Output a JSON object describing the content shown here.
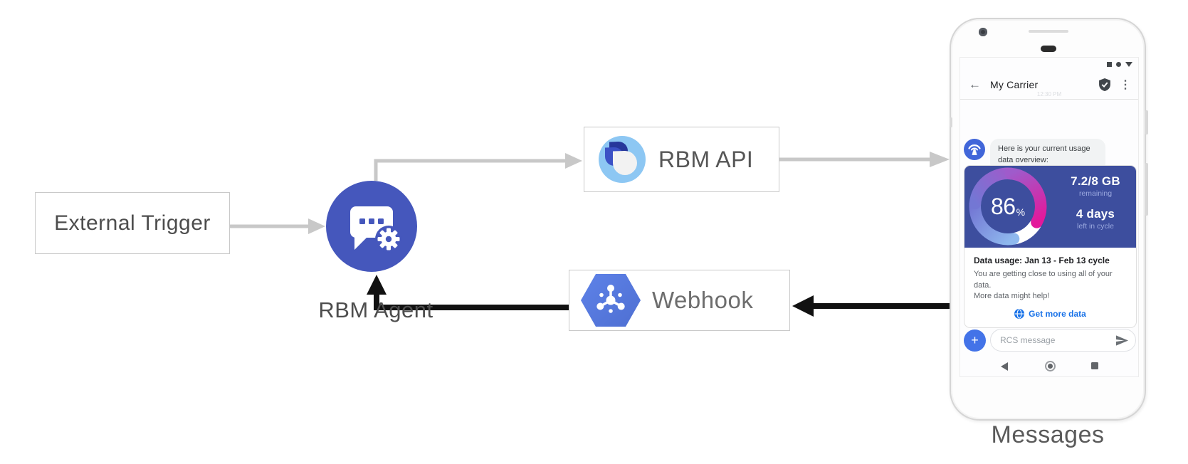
{
  "diagram": {
    "nodes": {
      "external_trigger": "External Trigger",
      "rbm_agent": "RBM Agent",
      "rbm_api": "RBM API",
      "webhook": "Webhook"
    },
    "phone_caption": "Messages",
    "colors": {
      "agent_circle": "#4557BC",
      "webhook_hexagon": "#5B7DE2",
      "api_logo_light_blue": "#8DC7F3",
      "api_logo_navy": "#27379B",
      "api_logo_blue": "#3B51C5",
      "arrow_gray": "#C8C8C8",
      "arrow_black": "#111111"
    }
  },
  "phone": {
    "status_icons": [
      "square",
      "dot",
      "triangle-down"
    ],
    "app_bar": {
      "back_glyph": "←",
      "title": "My Carrier",
      "verified_icon": "shield-check",
      "menu_glyph": "⋮"
    },
    "timestamp": "12:30 PM",
    "agent_message": {
      "line1": "Here is your current usage",
      "line2": "data overview:"
    },
    "usage_card": {
      "gauge": {
        "percent": "86",
        "percent_symbol": "%",
        "used_percent": 86,
        "panel_color": "#3D4E9E",
        "ring_colors": [
          "#8FB9EE",
          "#7377D4",
          "#9F5BCB",
          "#E3189B"
        ],
        "remainder_color": "#FFFFFF"
      },
      "remaining_value": "7.2/8 GB",
      "remaining_label": "remaining",
      "days_value": "4 days",
      "days_label": "left in cycle",
      "title": "Data usage: Jan 13 - Feb 13 cycle",
      "body_line1": "You are getting close to using all of your data.",
      "body_line2": "More data might help!",
      "action_label": "Get more data",
      "action_color": "#1A73E8"
    },
    "compose": {
      "plus_label": "+",
      "placeholder": "RCS message",
      "send_icon": "send"
    },
    "nav_icons": [
      "back-triangle",
      "home-circle",
      "recents-square"
    ]
  }
}
